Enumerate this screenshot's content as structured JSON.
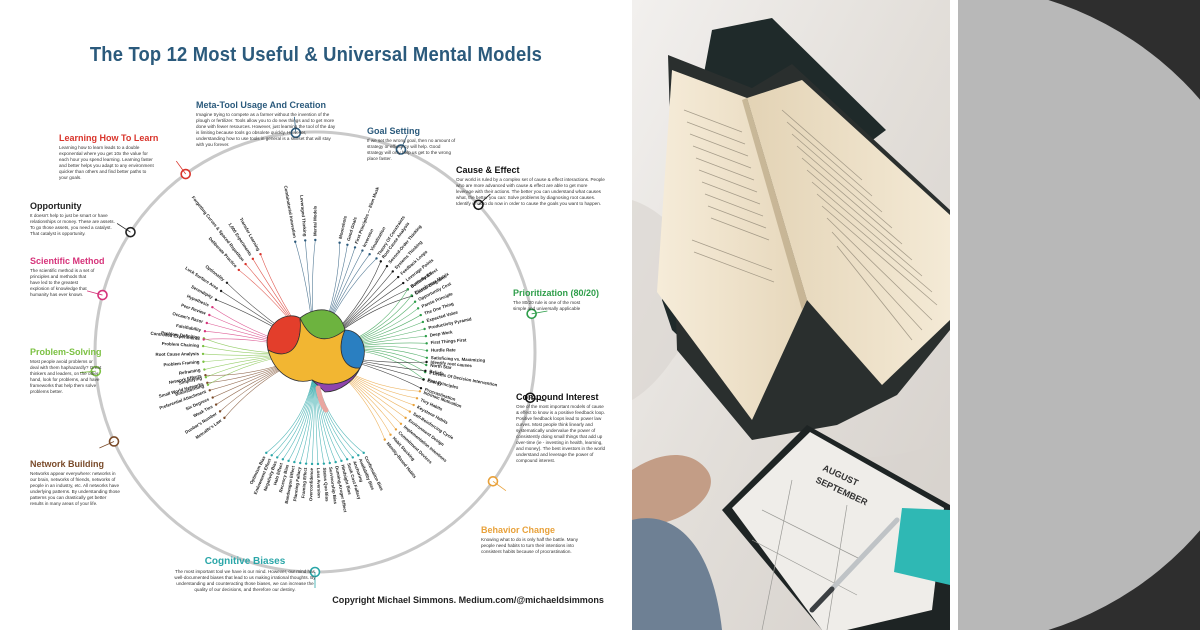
{
  "infographic": {
    "title": "The Top 12 Most Useful & Universal Mental Models",
    "copyright": "Copyright Michael Simmons. Medium.com/@michaeldsimmons",
    "colors": {
      "title": "#2b5a7c",
      "ring": "#c9c9c9",
      "branch": "#555555"
    },
    "models": [
      {
        "key": "meta",
        "title": "Meta-Tool Usage And Creation",
        "color": "#2b5a7c",
        "desc": "Imagine trying to compete as a farmer without the invention of the plough or fertilizer. Tools allow you to do new things and to get more done with fewer resources. However, just learning the tool of the day is limiting because tools go obsolete quickly. However, understanding how to use tools in general is a skillset that will stay with you forever."
      },
      {
        "key": "goal",
        "title": "Goal Setting",
        "color": "#2b5a7c",
        "desc": "If we set the wrong goal, then no amount of strategy or efficiency will help. Good strategy will only help us get to the wrong place faster."
      },
      {
        "key": "cause",
        "title": "Cause & Effect",
        "color": "#111111",
        "desc": "Our world is ruled by a complex set of cause & effect interactions. People who are more advanced with cause & effect are able to get more leverage with their actions. The better you can understand what causes what, the better you can: Solve problems by diagnosing root causes. Identify what to do now in order to cause the goals you want to happen."
      },
      {
        "key": "priority",
        "title": "Prioritization (80/20)",
        "color": "#2e9e4a",
        "desc": "The 80/20 rule is one of the most simple and universally applicable"
      },
      {
        "key": "compound",
        "title": "Compound Interest",
        "color": "#111111",
        "desc": "One of the most important models of cause & effect to know is a positive feedback loop. Positive feedback loops lead to power law curves. Most people think linearly and systematically undervalue the power of consistently doing small things that add up over-time (ie - investing in health, learning, and money). The best investors in the world understand and leverage the power of compound interest."
      },
      {
        "key": "behavior",
        "title": "Behavior Change",
        "color": "#e8a13a",
        "desc": "Knowing what to do is only half the battle. Many people need habits to turn their intentions into consistent habits because of procrastination."
      },
      {
        "key": "biases",
        "title": "Cognitive Biases",
        "color": "#2aa6a8",
        "desc": "The most important tool we have is our mind. However, our mind has well-documented biases that lead to us making irrational thoughts. By understanding and counteracting those biases, we can increase the quality of our decisions, and therefore our destiny."
      },
      {
        "key": "network",
        "title": "Network Building",
        "color": "#7a4b2a",
        "desc": "Networks appear everywhere: networks in our brain, networks of friends, networks of people in an industry, etc. All networks have underlying patterns. By understanding those patterns you can drastically get better results in many areas of your life."
      },
      {
        "key": "problem",
        "title": "Problem-Solving",
        "color": "#7cc143",
        "desc": "Most people avoid problems or deal with them haphazardly? Great thinkers and leaders, on the other hand, look for problems, and have frameworks that help them solve problems better."
      },
      {
        "key": "scientific",
        "title": "Scientific Method",
        "color": "#d6337a",
        "desc": "The scientific method is a set of principles and methods that have led to the greatest explosion of knowledge that humanity has ever known."
      },
      {
        "key": "opportunity",
        "title": "Opportunity",
        "color": "#222222",
        "desc": "It doesn't help to just be smart or have relationships or money. These are assets. To go those assets, you need a catalyst. That catalyst is opportunity."
      },
      {
        "key": "learning",
        "title": "Learning How To Learn",
        "color": "#d9342b",
        "desc": "Learning how to learn leads to a double exponential where you get 10x the value for each hour you spend learning. Learning faster and better helps you adapt to any environment quicker than others and find better paths to your goals."
      }
    ],
    "branches": [
      {
        "key": "learning",
        "color": "#d9342b",
        "items": [
          "Deliberate Practice",
          "Forgetting Curves & Spaced Repetition",
          "1,000 Experiments",
          "Transfer Learning"
        ]
      },
      {
        "key": "meta",
        "color": "#2b5a7c",
        "items": [
          "Combinatorial Innovation",
          "Leveraged Thinking",
          "Mental Models"
        ]
      },
      {
        "key": "goal",
        "color": "#2b5a7c",
        "items": [
          "Moonshots",
          "Good Goals",
          "First Principles — Elon Musk",
          "Inversion",
          "Visualization",
          "Theory Of Constraints"
        ]
      },
      {
        "key": "cause",
        "color": "#111111",
        "items": [
          "Root Cause Analysis",
          "Second-Order Thinking",
          "Systems Thinking",
          "Feedback Loops",
          "Leverage Points",
          "Butterfly Effect",
          "Causal Diagrams"
        ]
      },
      {
        "key": "priority",
        "color": "#2e9e4a",
        "items": [
          "Bottlenecks",
          "Eisenhower Matrix",
          "Opportunity Cost",
          "Pareto Principle",
          "The One Thing",
          "Expected Value",
          "Productivity Pyramid",
          "Deep Work",
          "First Things First",
          "Hurdle Rate",
          "Satisficing vs. Maximizing",
          "North Star",
          "3 Levels Of Decision Intervention",
          "First Principles"
        ]
      },
      {
        "key": "compound",
        "color": "#111111",
        "items": [
          "Identify root causes",
          "Beliefs",
          "Energy",
          "Procrastination"
        ]
      },
      {
        "key": "behavior",
        "color": "#e8a13a",
        "items": [
          "Intrinsic Motivation",
          "Tiny Habits",
          "Keystone Habits",
          "Self-Reinforcing Cycle",
          "Environment Design",
          "Implementation Intentions",
          "Commitment Devices",
          "Habit Stacking",
          "Identity-Based Habits"
        ]
      },
      {
        "key": "biases",
        "color": "#2aa6a8",
        "items": [
          "Confirmation Bias",
          "Availability Bias",
          "Anchoring",
          "Sunk Cost Fallacy",
          "Hindsight Bias",
          "Dunning-Kruger Effect",
          "Survivorship Bias",
          "Status Quo Bias",
          "Loss Aversion",
          "Overconfidence",
          "Framing Effect",
          "Planning Fallacy",
          "Bandwagon Effect",
          "Recency Bias",
          "Halo Effect",
          "Negativity Bias",
          "Endowment Effect",
          "Optimism Bias"
        ]
      },
      {
        "key": "network",
        "color": "#7a4b2a",
        "items": [
          "Metcalfe's Law",
          "Dunbar's Number",
          "Weak Ties",
          "Six Degrees",
          "Preferential Attachment",
          "Small World Networks",
          "Network Effects"
        ]
      },
      {
        "key": "problem",
        "color": "#7cc143",
        "items": [
          "Brainstorming",
          "Simplifying",
          "Reframing",
          "Problem Framing",
          "Root Cause Analysis",
          "Problem Chaining",
          "Problem Definition"
        ]
      },
      {
        "key": "scientific",
        "color": "#d6337a",
        "items": [
          "Controlled Experiments",
          "Falsifiability",
          "Occam's Razor",
          "Peer Review",
          "Hypothesis"
        ]
      },
      {
        "key": "opportunity",
        "color": "#222222",
        "items": [
          "Serendipity",
          "Luck Surface Area",
          "Optionality"
        ]
      }
    ]
  }
}
